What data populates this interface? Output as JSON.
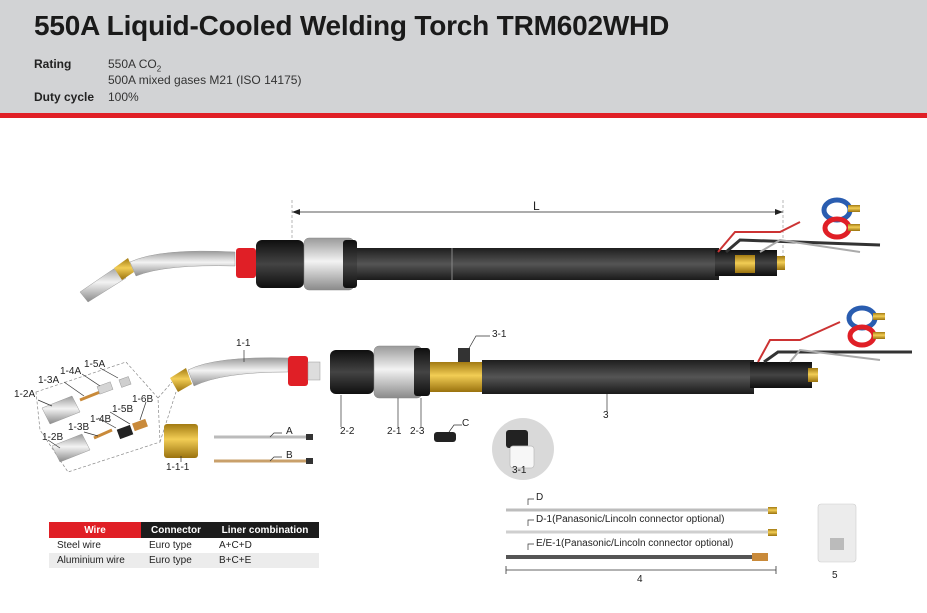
{
  "header": {
    "title": "550A Liquid-Cooled Welding Torch TRM602WHD",
    "rating_label": "Rating",
    "rating_line1": "550A CO",
    "rating_line1_sub": "2",
    "rating_line2": "500A mixed gases M21 (ISO 14175)",
    "duty_label": "Duty cycle",
    "duty_value": "100%"
  },
  "diagram": {
    "length_label": "L",
    "parts": {
      "p1_1": "1-1",
      "p1_1_1": "1-1-1",
      "p1_2a": "1-2A",
      "p1_2b": "1-2B",
      "p1_3a": "1-3A",
      "p1_3b": "1-3B",
      "p1_4a": "1-4A",
      "p1_4b": "1-4B",
      "p1_5a": "1-5A",
      "p1_5b": "1-5B",
      "p1_6b": "1-6B",
      "p2_1": "2-1",
      "p2_2": "2-2",
      "p2_3": "2-3",
      "p3": "3",
      "p3_1": "3-1",
      "p3_1_inset": "3-1",
      "p4": "4",
      "p5": "5",
      "pA": "A",
      "pB": "B",
      "pC": "C",
      "pD": "D",
      "pD1": "D-1(Panasonic/Lincoln connector optional)",
      "pE": "E/E-1(Panasonic/Lincoln connector optional)"
    }
  },
  "liner_table": {
    "headers": [
      "Wire",
      "Connector",
      "Liner combination"
    ],
    "rows": [
      [
        "Steel wire",
        "Euro type",
        "A+C+D"
      ],
      [
        "Aluminium wire",
        "Euro type",
        "B+C+E"
      ]
    ]
  },
  "colors": {
    "accent_red": "#e01f26",
    "header_gray": "#d2d3d5",
    "table_dark": "#1c1c1c"
  }
}
